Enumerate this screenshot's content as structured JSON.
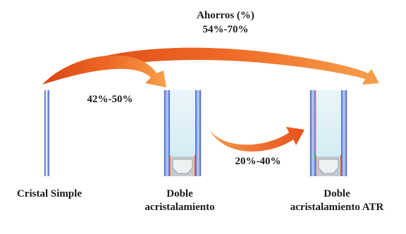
{
  "savings": {
    "title": "Ahorros (%)",
    "total_range": "54%-70%",
    "double_range": "42%-50%",
    "atr_range": "20%-40%"
  },
  "glazing_types": {
    "single": "Cristal Simple",
    "double_line1": "Doble",
    "double_line2": "acristalamiento",
    "atr_line1": "Doble",
    "atr_line2": "acristalamiento ATR"
  },
  "colors": {
    "arrow_start": "#e14e1c",
    "arrow_end": "#f9a24a",
    "glass_blue": "#4f6fd6",
    "glass_fill": "#d8eef6",
    "frame_gray": "#c8cfd3",
    "spacer_red": "#e0542e"
  }
}
